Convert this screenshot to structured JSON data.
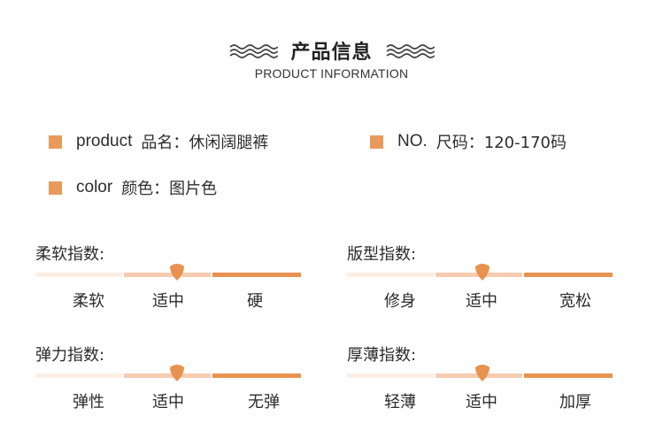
{
  "header": {
    "title": "产品信息",
    "subtitle": "PRODUCT INFORMATION"
  },
  "info": {
    "product": {
      "en": "product",
      "cn": "品名：休闲阔腿裤"
    },
    "number": {
      "en": "NO.",
      "cn": "尺码：120-170码"
    },
    "color": {
      "en": "color",
      "cn": "颜色：图片色"
    }
  },
  "ratings": [
    {
      "label": "柔软指数:",
      "options": [
        "柔软",
        "适中",
        "硬"
      ],
      "selected_index": 1
    },
    {
      "label": "版型指数:",
      "options": [
        "修身",
        "适中",
        "宽松"
      ],
      "selected_index": 1
    },
    {
      "label": "弹力指数:",
      "options": [
        "弹性",
        "适中",
        "无弹"
      ],
      "selected_index": 1
    },
    {
      "label": "厚薄指数:",
      "options": [
        "轻薄",
        "适中",
        "加厚"
      ],
      "selected_index": 1
    }
  ],
  "colors": {
    "accent": "#e89a5a",
    "bar_light": "#fbeee4",
    "bar_mid": "#f6ccb0",
    "bar_dark": "#e8924f"
  }
}
